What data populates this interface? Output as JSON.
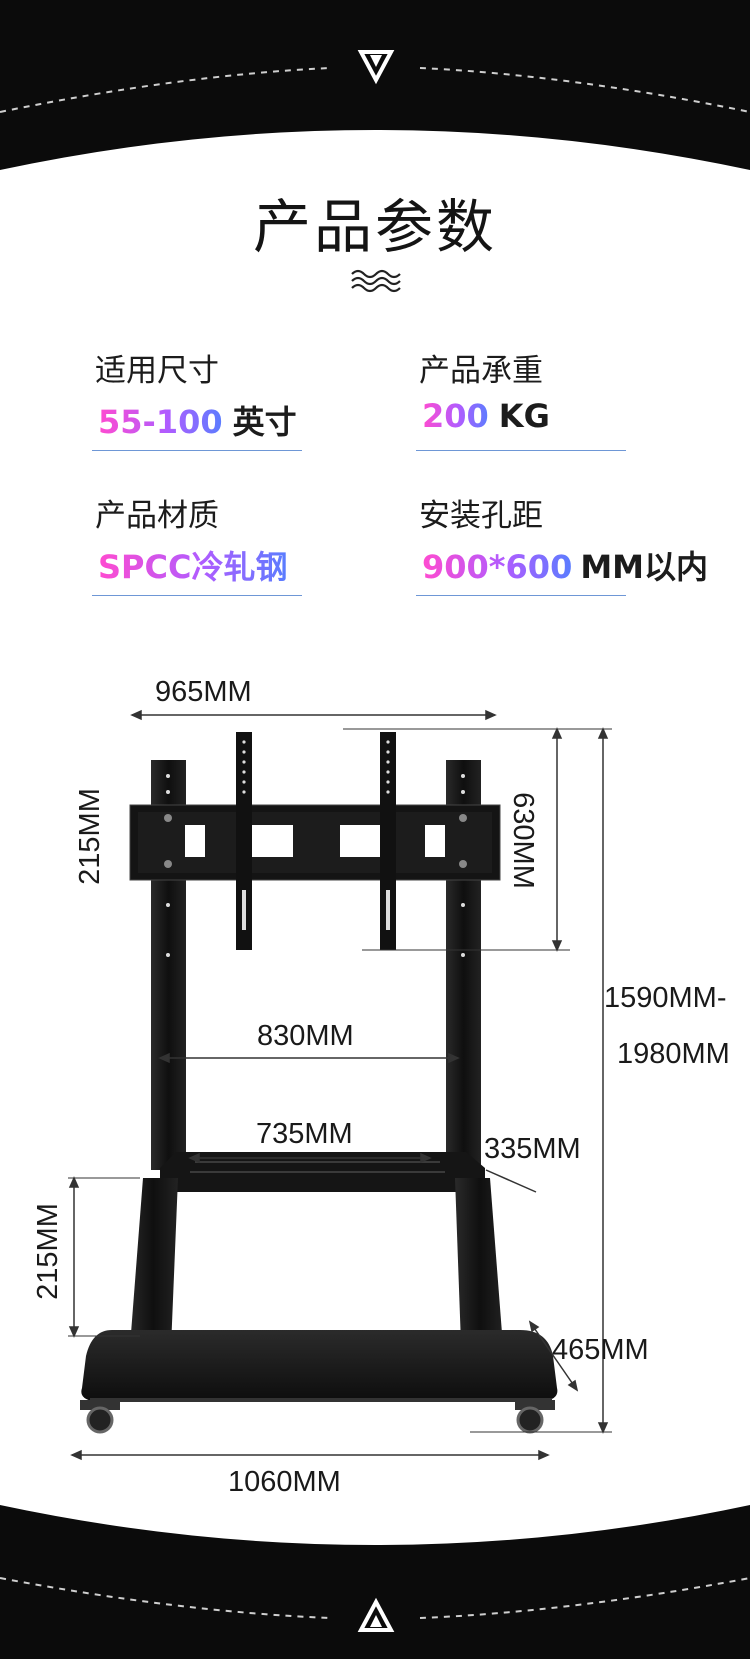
{
  "header": {
    "title": "产品参数"
  },
  "specs": [
    {
      "label": "适用尺寸",
      "value": "55-100",
      "unit": "英寸"
    },
    {
      "label": "产品承重",
      "value": "200",
      "unit": "KG"
    },
    {
      "label": "产品材质",
      "value": "SPCC冷轧钢",
      "unit": ""
    },
    {
      "label": "安装孔距",
      "value": "900*600",
      "unit": "MM以内"
    }
  ],
  "dimensions": {
    "top_width": "965MM",
    "bracket_height": "215MM",
    "plate_height": "630MM",
    "total_height_line1": "1590MM-",
    "total_height_line2": "1980MM",
    "column_spacing": "830MM",
    "shelf_width": "735MM",
    "shelf_depth": "335MM",
    "shelf_height": "215MM",
    "base_depth": "465MM",
    "base_width": "1060MM"
  },
  "colors": {
    "accent_pink": "#ff4bd0",
    "accent_blue": "#5a7dff",
    "frame": "#0b0b0b"
  }
}
